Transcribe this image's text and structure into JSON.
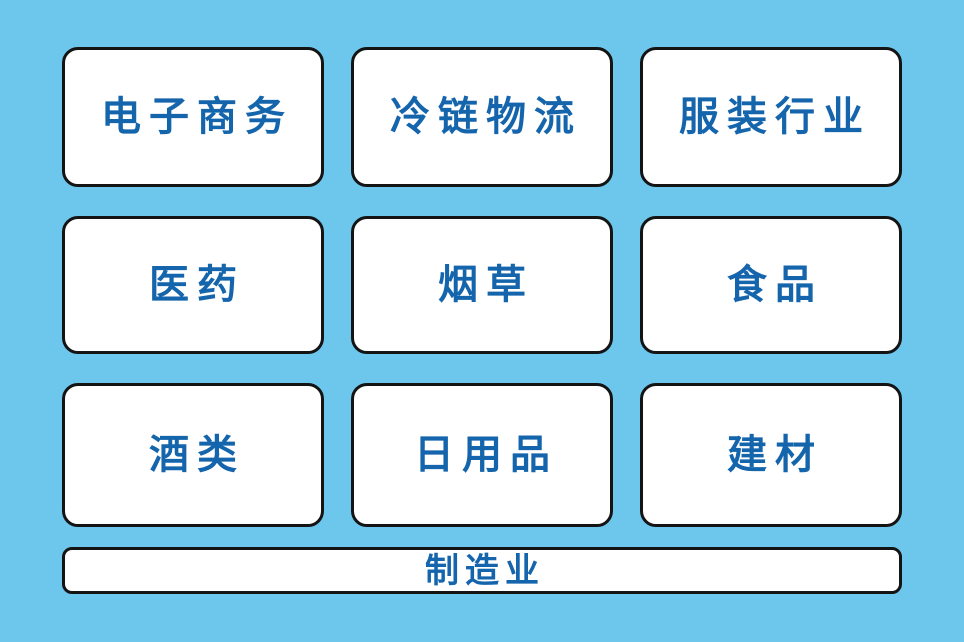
{
  "colors": {
    "background": "#6dc6ec",
    "card_background": "#ffffff",
    "card_border": "#141414",
    "label_text": "#1565ad"
  },
  "grid": {
    "cards": [
      {
        "label": "电子商务"
      },
      {
        "label": "冷链物流"
      },
      {
        "label": "服装行业"
      },
      {
        "label": "医药"
      },
      {
        "label": "烟草"
      },
      {
        "label": "食品"
      },
      {
        "label": "酒类"
      },
      {
        "label": "日用品"
      },
      {
        "label": "建材"
      }
    ]
  },
  "bottom_bar": {
    "label": "制造业"
  }
}
